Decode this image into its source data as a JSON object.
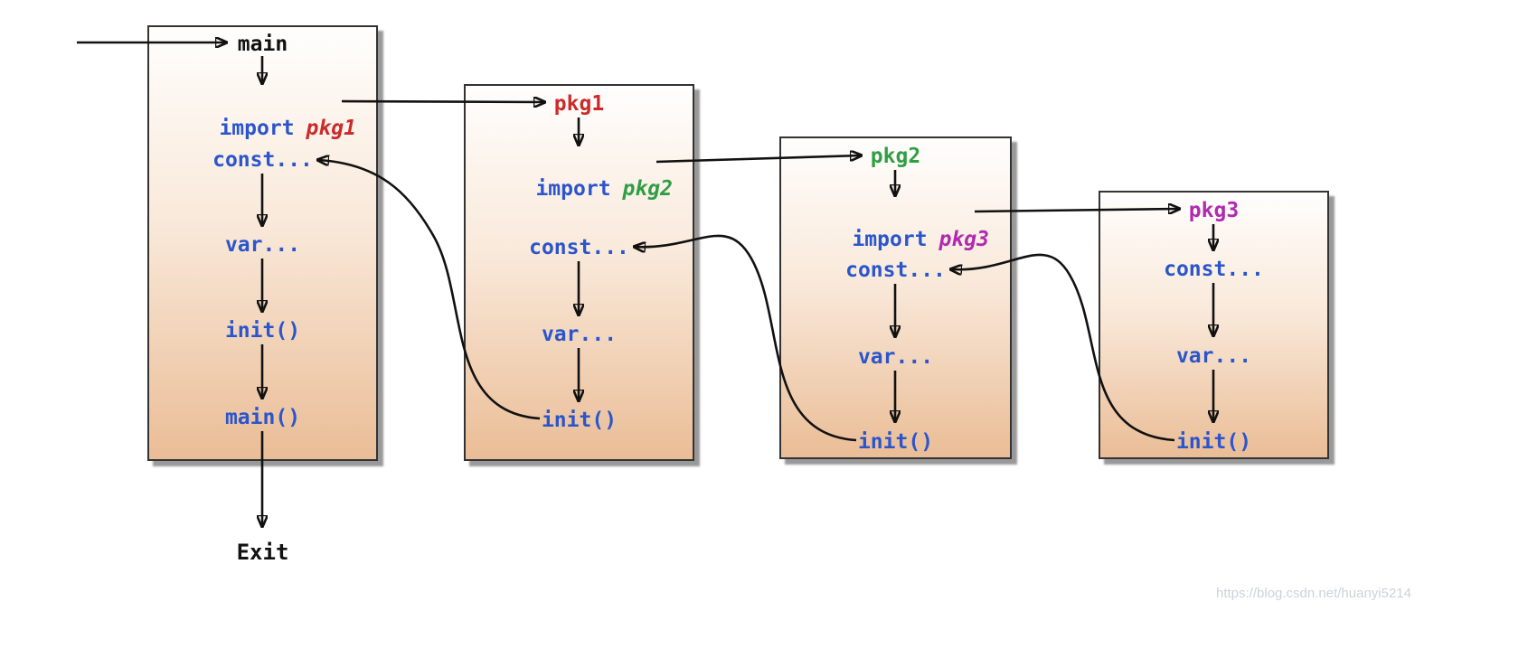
{
  "page": {
    "background": "#ffffff",
    "watermark": "https://blog.csdn.net/huanyi5214"
  },
  "colors": {
    "code_blue": "#2b55cc",
    "keyword_blue": "#2b55cc",
    "main_black": "#111111",
    "pkg1_red": "#cc2a2a",
    "pkg2_green": "#2f9e44",
    "pkg3_magenta": "#b02ab0",
    "arrow_black": "#111111",
    "box_border": "#333333",
    "box_gradient_top": "#fffefd",
    "box_gradient_bottom": "#eabd96"
  },
  "exit_label": "Exit",
  "boxes": [
    {
      "id": "main",
      "title": "main",
      "import_keyword": "import",
      "import_target": "pkg1",
      "steps": [
        "const...",
        "var...",
        "init()",
        "main()"
      ]
    },
    {
      "id": "pkg1",
      "title": "pkg1",
      "import_keyword": "import",
      "import_target": "pkg2",
      "steps": [
        "const...",
        "var...",
        "init()"
      ]
    },
    {
      "id": "pkg2",
      "title": "pkg2",
      "import_keyword": "import",
      "import_target": "pkg3",
      "steps": [
        "const...",
        "var...",
        "init()"
      ]
    },
    {
      "id": "pkg3",
      "title": "pkg3",
      "steps": [
        "const...",
        "var...",
        "init()"
      ]
    }
  ]
}
